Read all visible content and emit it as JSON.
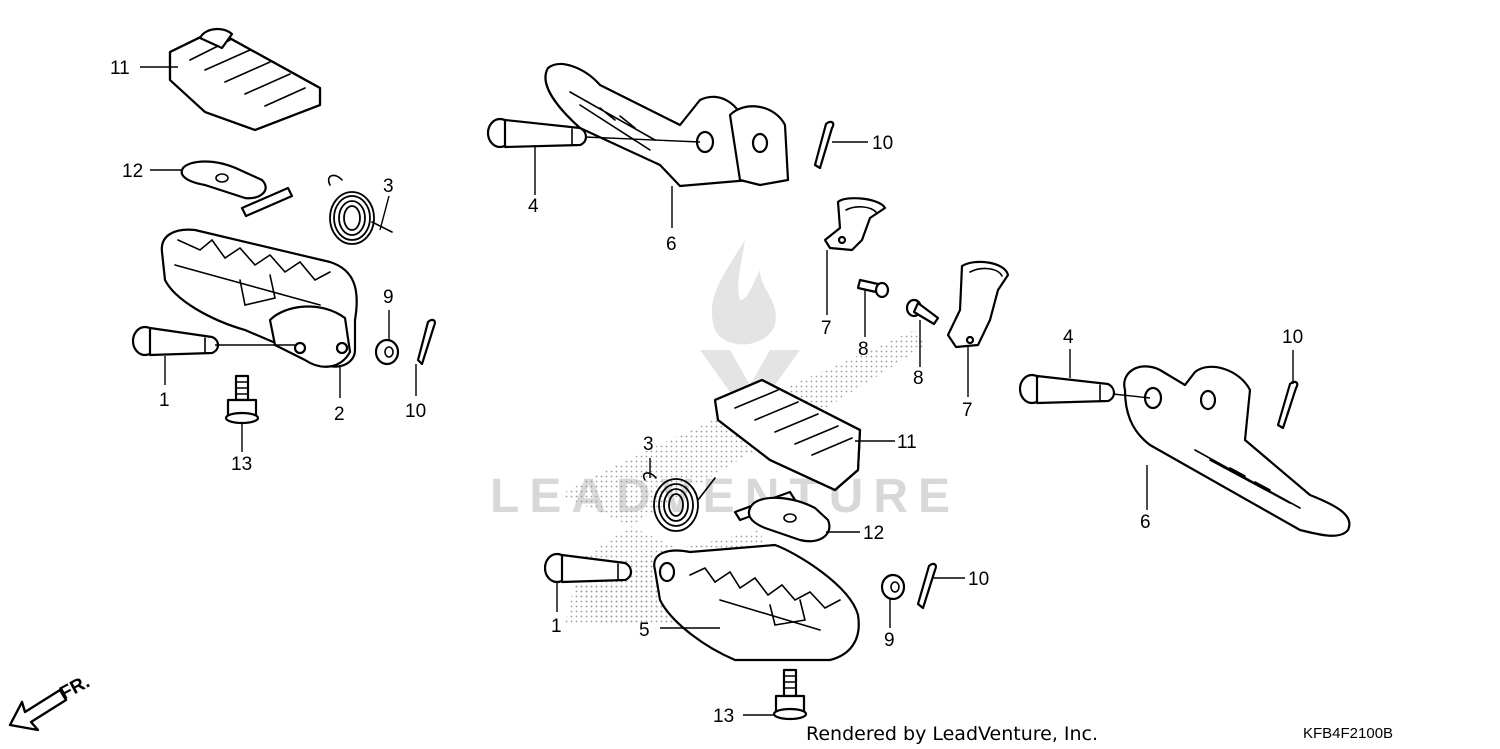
{
  "watermark": {
    "text": "LEADVENTURE"
  },
  "credit": "Rendered by LeadVenture, Inc.",
  "diagram_code": "KFB4F2100B",
  "front_marker": "FR.",
  "colors": {
    "line": "#000000",
    "background": "#ffffff",
    "stipple": "#9a9a9a",
    "watermark": "#d8d8d8"
  },
  "callouts": [
    {
      "id": "c11a",
      "label": "11"
    },
    {
      "id": "c12a",
      "label": "12"
    },
    {
      "id": "c3a",
      "label": "3"
    },
    {
      "id": "c9a",
      "label": "9"
    },
    {
      "id": "c1a",
      "label": "1"
    },
    {
      "id": "c2",
      "label": "2"
    },
    {
      "id": "c10a",
      "label": "10"
    },
    {
      "id": "c13a",
      "label": "13"
    },
    {
      "id": "c4a",
      "label": "4"
    },
    {
      "id": "c6a",
      "label": "6"
    },
    {
      "id": "c10b",
      "label": "10"
    },
    {
      "id": "c7a",
      "label": "7"
    },
    {
      "id": "c8a",
      "label": "8"
    },
    {
      "id": "c8b",
      "label": "8"
    },
    {
      "id": "c7b",
      "label": "7"
    },
    {
      "id": "c4b",
      "label": "4"
    },
    {
      "id": "c10c",
      "label": "10"
    },
    {
      "id": "c6b",
      "label": "6"
    },
    {
      "id": "c11b",
      "label": "11"
    },
    {
      "id": "c3b",
      "label": "3"
    },
    {
      "id": "c12b",
      "label": "12"
    },
    {
      "id": "c10d",
      "label": "10"
    },
    {
      "id": "c1b",
      "label": "1"
    },
    {
      "id": "c5",
      "label": "5"
    },
    {
      "id": "c9b",
      "label": "9"
    },
    {
      "id": "c13b",
      "label": "13"
    }
  ]
}
